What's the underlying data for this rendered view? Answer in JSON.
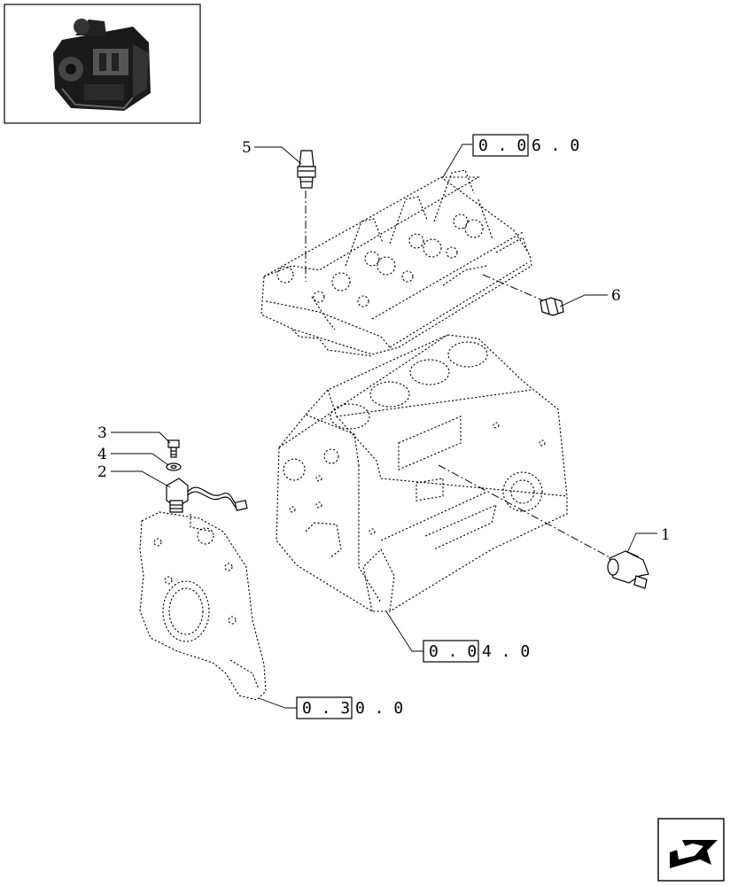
{
  "callouts": [
    {
      "id": "1",
      "label": "1"
    },
    {
      "id": "2",
      "label": "2"
    },
    {
      "id": "3",
      "label": "3"
    },
    {
      "id": "4",
      "label": "4"
    },
    {
      "id": "5",
      "label": "5"
    },
    {
      "id": "6",
      "label": "6"
    }
  ],
  "references": [
    {
      "id": "cylinder-head",
      "boxed": "0 . 0",
      "rest": "6 . 0"
    },
    {
      "id": "crankcase",
      "boxed": "0 . 0",
      "rest": "4 . 0"
    },
    {
      "id": "timing-cover",
      "boxed": "0 . 3",
      "rest": "0 . 0"
    }
  ],
  "thumbnail": {
    "icon": "engine-thumbnail-icon"
  },
  "navigation": {
    "icon": "next-page-arrow-icon"
  }
}
